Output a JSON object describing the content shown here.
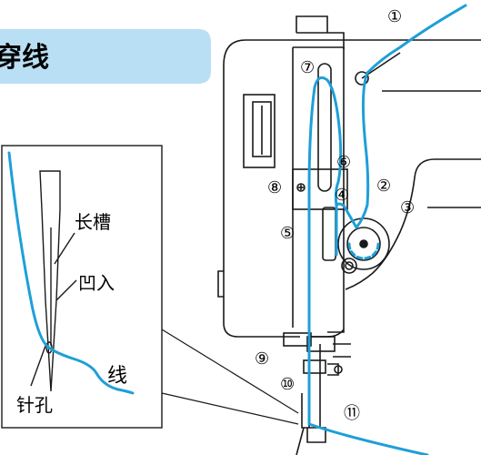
{
  "header": {
    "title": "穿线"
  },
  "inset": {
    "labels": {
      "groove": "长槽",
      "indent": "凹入",
      "thread": "线",
      "eye": "针孔"
    }
  },
  "step_markers": [
    "①",
    "②",
    "③",
    "④",
    "⑤",
    "⑥",
    "⑦",
    "⑧",
    "⑨",
    "⑩",
    "⑪"
  ],
  "colors": {
    "thread": "#1e9fd8",
    "header_band": "#b9dff4",
    "line": "#1a1a1a"
  }
}
